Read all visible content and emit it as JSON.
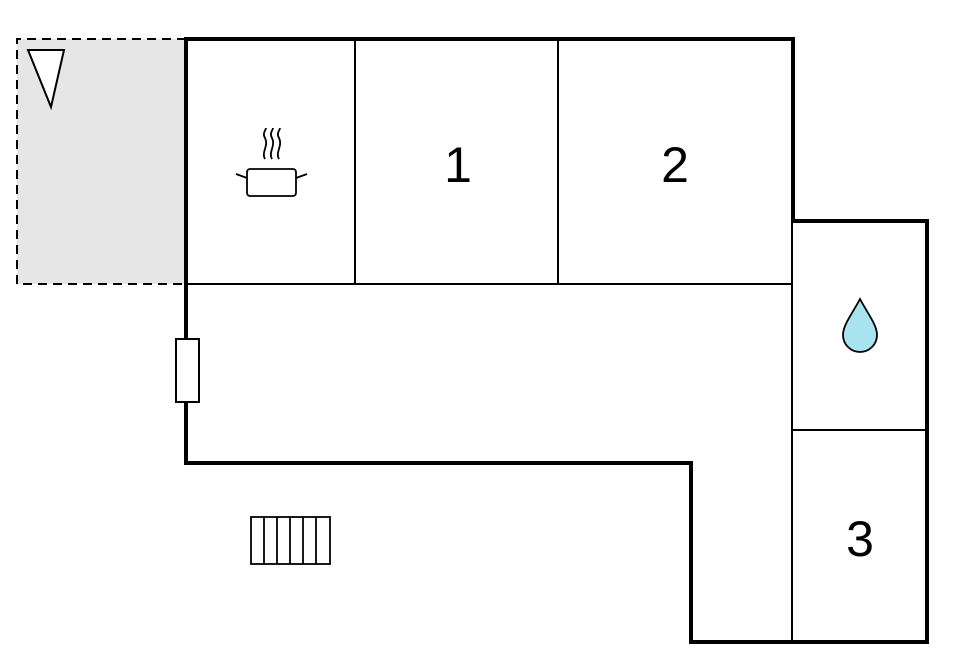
{
  "colors": {
    "wall": "#000000",
    "background": "#ffffff",
    "terrace_fill": "#e6e6e6",
    "water_fill": "#a7e4f0"
  },
  "rooms": [
    {
      "id": "bedroom-1",
      "label": "1"
    },
    {
      "id": "bedroom-2",
      "label": "2"
    },
    {
      "id": "bedroom-3",
      "label": "3"
    }
  ],
  "icons": {
    "kitchen": "cooking-pot-icon",
    "bathroom": "water-drop-icon",
    "terrace": "triangle-marker-icon",
    "entrance": "door-icon",
    "outdoor": "grill-grate-icon"
  }
}
